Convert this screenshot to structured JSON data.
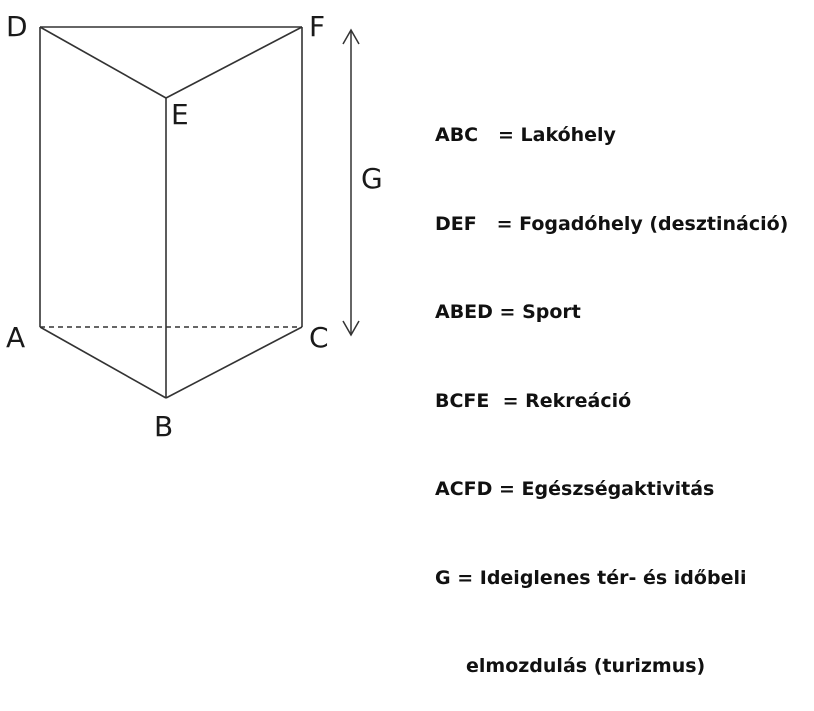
{
  "vertices": {
    "A": "A",
    "B": "B",
    "C": "C",
    "D": "D",
    "E": "E",
    "F": "F",
    "G": "G"
  },
  "legend": [
    "ABC   = Lakóhely",
    "DEF   = Fogadóhely (desztináció)",
    "ABED = Sport",
    "BCFE  = Rekreáció",
    "ACFD = Egészségaktivitás",
    "G = Ideiglenes tér- és időbeli",
    "elmozdulás (turizmus)"
  ]
}
